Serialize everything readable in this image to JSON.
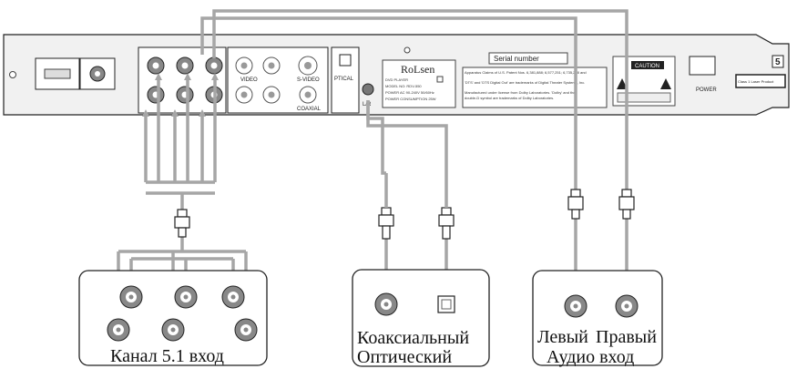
{
  "player_panel": {
    "brand_logo": "RoLsen",
    "serial_label": "Serial number",
    "optical_label": "PTICAL",
    "coaxial_label": "COAXIAL",
    "svideo_label": "S-VIDEO",
    "video_label": "VIDEO",
    "power_label": "POWER",
    "caution_label": "CAUTION",
    "class_label": "Class 1 Laser Product",
    "page_number": "5",
    "lr_label": "L/R",
    "model_lines": [
      "DVD PLAYER",
      "MODEL NO: RDV-550",
      "POWER AC 90-240V 50/60Hz",
      "POWER CONSUMPTION 25W"
    ],
    "patent_lines": [
      "Apparatus Claims of U.S. Patent Nos. 6,381,888; 6,577,251; 6,735,268 and",
      "'DTS' and 'DTS Digital Out' are trademarks of Digital Theater Systems, Inc.",
      "Manufactured under license from Dolby Laboratories. 'Dolby' and the",
      "double-D symbol are trademarks of Dolby Laboratories."
    ]
  },
  "targets": {
    "channel51": {
      "label": "Канал 5.1 вход"
    },
    "digital": {
      "coax_label": "Коаксиальный",
      "optical_label": "Оптический"
    },
    "audio": {
      "left_label": "Левый",
      "right_label": "Правый",
      "caption": "Аудио вход"
    }
  },
  "colors": {
    "cable": "#a6a6a6",
    "panel_fill": "#f1f1f1",
    "outline": "#222222",
    "jack": "#888888"
  }
}
